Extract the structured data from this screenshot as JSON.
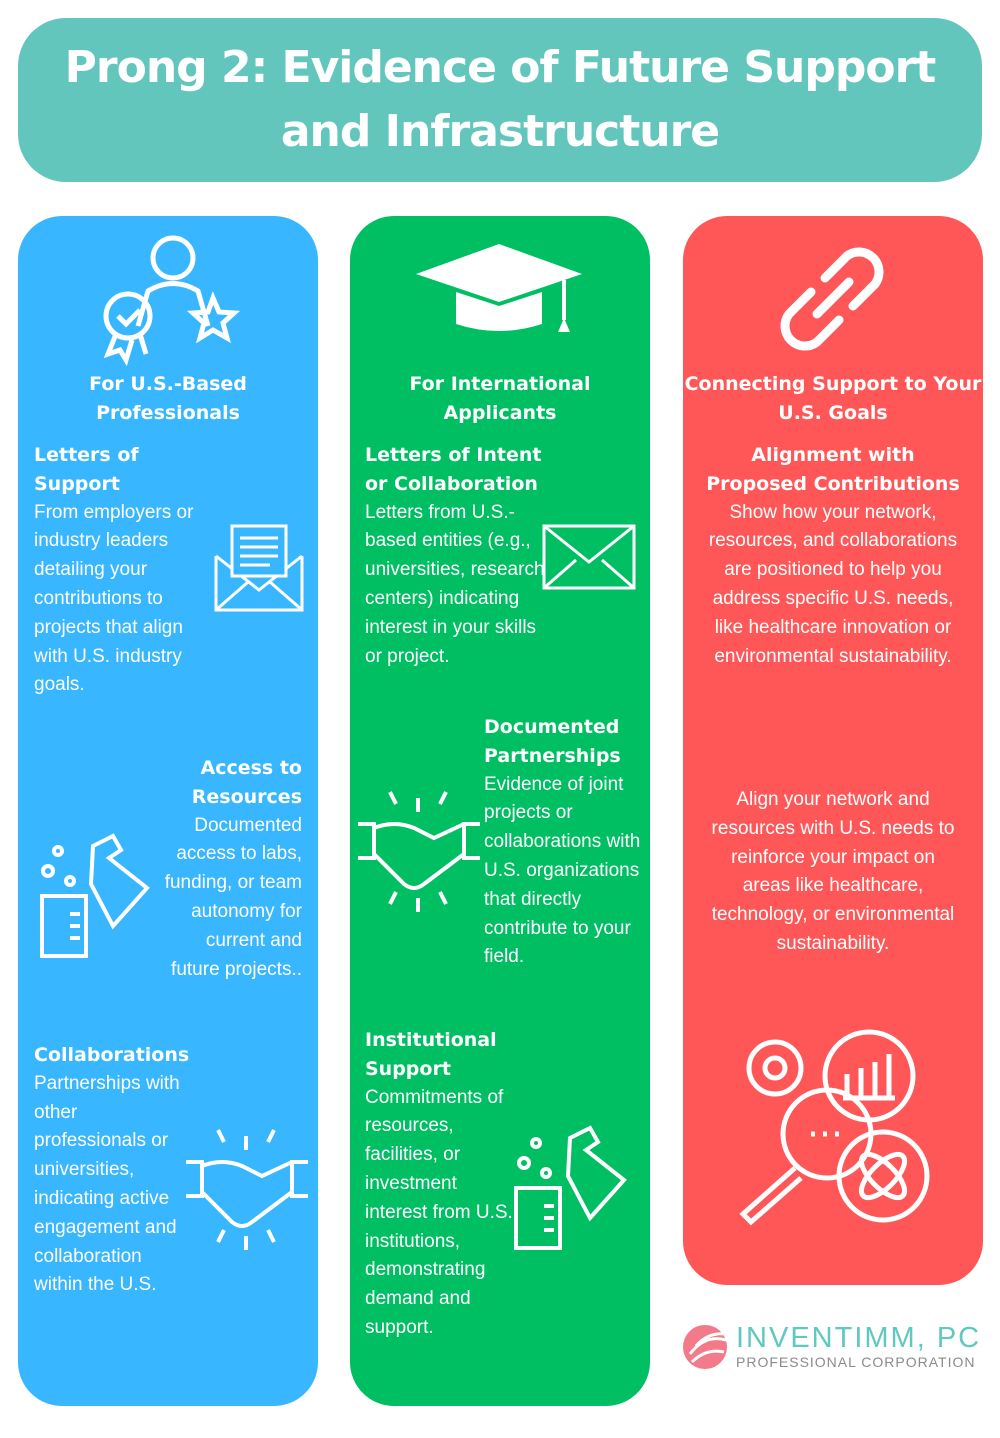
{
  "title": "Prong 2: Evidence of Future Support and Infrastructure",
  "columns": [
    {
      "heading": "For U.S.-Based Professionals",
      "sections": [
        {
          "title": "Letters of Support",
          "body": "From employers or industry leaders detailing your contributions to projects that align with U.S. industry goals."
        },
        {
          "title": "Access to Resources",
          "body": "Documented access to labs, funding, or team autonomy for current and future projects.."
        },
        {
          "title": "Collaborations",
          "body": "Partnerships with other professionals or universities, indicating active engagement and collaboration within the U.S."
        }
      ]
    },
    {
      "heading": "For International Applicants",
      "sections": [
        {
          "title": "Letters of Intent or Collaboration",
          "body": "Letters from U.S.-based entities (e.g., universities, research centers) indicating interest in your skills or project."
        },
        {
          "title": "Documented Partnerships",
          "body": "Evidence of joint projects or collaborations with U.S. organizations that directly contribute to your field."
        },
        {
          "title": "Institutional Support",
          "body": "Commitments of resources, facilities, or investment interest from U.S. institutions, demonstrating demand and support."
        }
      ]
    },
    {
      "heading": "Connecting Support to Your U.S. Goals",
      "sections": [
        {
          "title": "Alignment with Proposed Contributions",
          "body": "Show how your network, resources, and collaborations are positioned to help you address specific U.S. needs, like healthcare innovation or environmental sustainability."
        },
        {
          "title": "",
          "body": "Align your network and resources with U.S. needs to reinforce your impact on areas like healthcare, technology, or environmental sustainability."
        }
      ]
    }
  ],
  "logo": {
    "name": "INVENTIMM, PC",
    "subtitle": "PROFESSIONAL CORPORATION"
  },
  "colors": {
    "header": "#62c6bc",
    "blue": "#38b6ff",
    "green": "#00bf63",
    "red": "#ff5757",
    "logo": "#5fc8c0"
  }
}
